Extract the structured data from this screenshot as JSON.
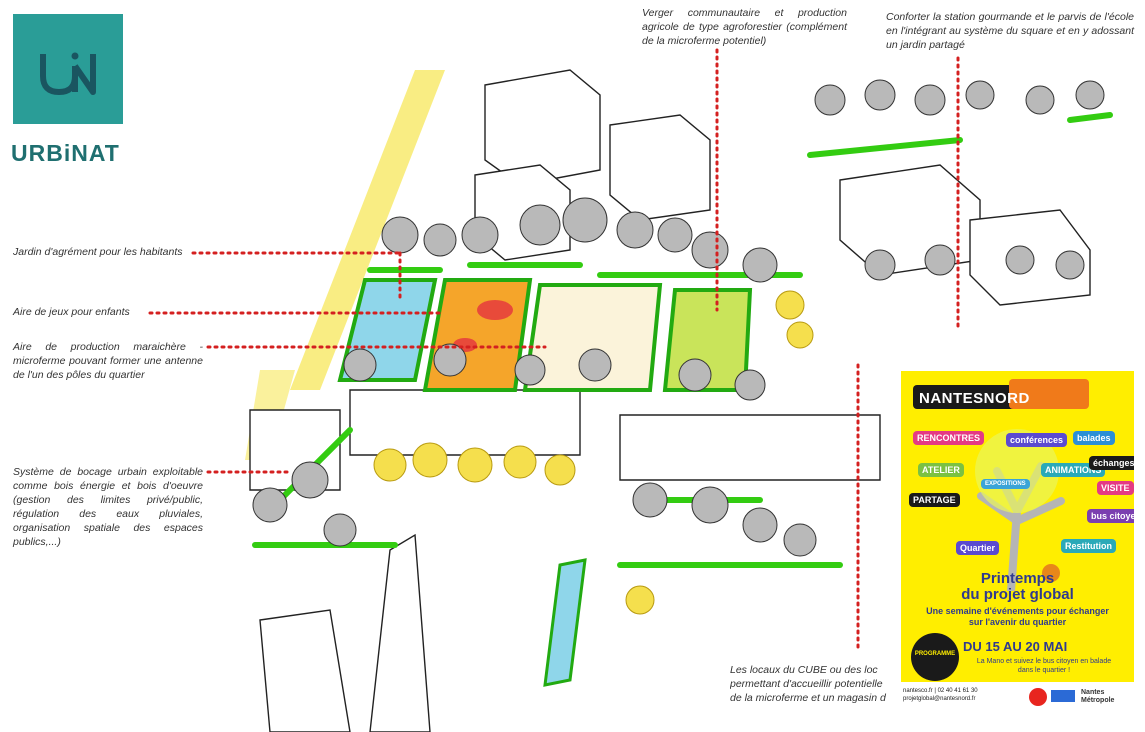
{
  "logo": {
    "monogram": "UN",
    "name": "URBiNAT"
  },
  "annotations": {
    "verger": "Verger communautaire et production agricole de type agroforestier (complément de la microferme potentiel)",
    "station": "Conforter la station gourmande et le parvis de l'école en l'intégrant au système du square et en y adossant un jardin partagé",
    "jardin_agrement": "Jardin d'agrément pour les habitants",
    "aire_jeux": "Aire de jeux pour enfants",
    "aire_production": "Aire de production maraichère - microferme pouvant former une antenne de l'un des pôles du quartier",
    "bocage": "Système de bocage urbain exploitable comme bois énergie et bois d'oeuvre (gestion des limites privé/public, régulation des eaux pluviales, organisation spatiale des espaces publics,...)",
    "locaux_line1": "Les locaux du CUBE ou des loc",
    "locaux_line2": "permettant d'accueillir potentielle",
    "locaux_line3": "de la microferme et un magasin d"
  },
  "poster": {
    "brand": "NANTESNORD",
    "tags": [
      "RENCONTRES",
      "conférences",
      "balades",
      "ATELIER",
      "ANIMATIONS",
      "échanges",
      "EXPOSITIONS",
      "VISITE",
      "PARTAGE",
      "bus citoyen",
      "Quartier",
      "Restitution"
    ],
    "title_line1": "Printemps",
    "title_line2": "du projet global",
    "subtitle": "Une semaine d'événements pour échanger sur l'avenir du quartier",
    "programme": "PROGRAMME",
    "dates": "DU 15 AU 20 MAI",
    "detail": "La Mano et suivez le bus citoyen en balade dans le quartier !",
    "footer_line1": "nantesco.fr | 02 40 41 61 30",
    "footer_line2": "projetglobal@nantesnord.fr",
    "footer_partner": "Nantes Métropole"
  },
  "colors": {
    "teal": "#2a9d97",
    "dotted": "#d42020",
    "grass": "#33cc11",
    "poster_bg": "#ffee00"
  }
}
